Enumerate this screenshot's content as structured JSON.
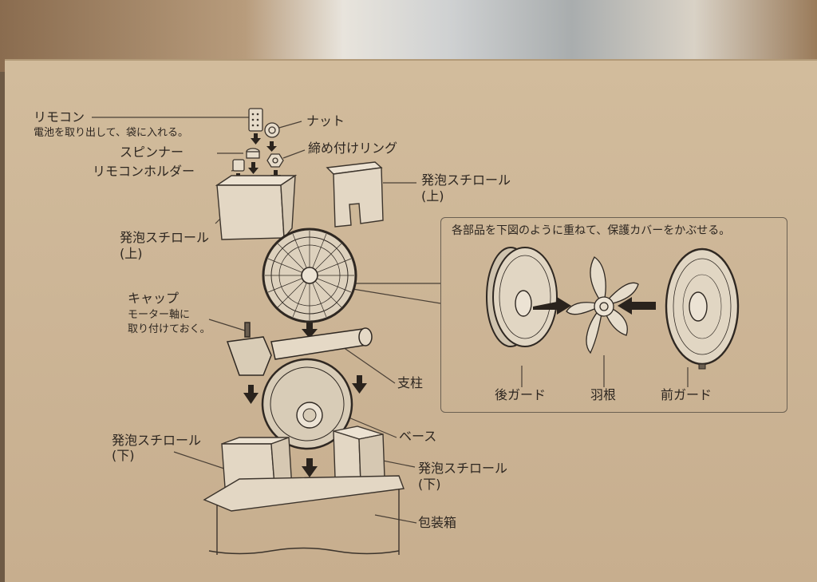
{
  "labels": {
    "remote": "リモコン",
    "remote_note": "電池を取り出して、袋に入れる。",
    "nut": "ナット",
    "spinner": "スピンナー",
    "tightening_ring": "締め付けリング",
    "remote_holder": "リモコンホルダー",
    "foam_top_left": "発泡スチロール",
    "foam_top_left_sub": "(上)",
    "foam_top_right": "発泡スチロール",
    "foam_top_right_sub": "(上)",
    "cap": "キャップ",
    "cap_note_1": "モーター軸に",
    "cap_note_2": "取り付けておく。",
    "pole": "支柱",
    "base": "ベース",
    "foam_bottom_left": "発泡スチロール",
    "foam_bottom_left_sub": "(下)",
    "foam_bottom_right": "発泡スチロール",
    "foam_bottom_right_sub": "(下)",
    "packing_box": "包装箱"
  },
  "inset": {
    "instruction": "各部品を下図のように重ねて、保護カバーをかぶせる。",
    "rear_guard": "後ガード",
    "blade": "羽根",
    "front_guard": "前ガード"
  },
  "colors": {
    "cardboard": "#cdb697",
    "ink": "#2d2620"
  }
}
